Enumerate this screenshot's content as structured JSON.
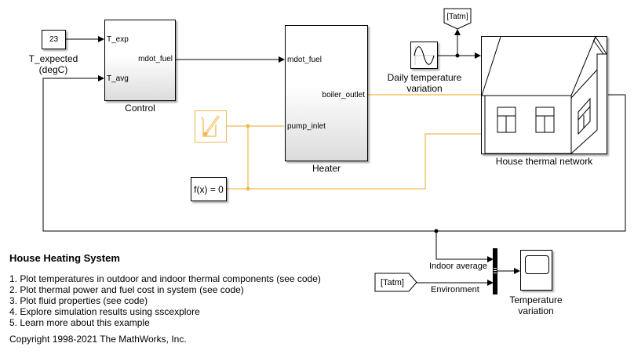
{
  "diagram": {
    "title": "House Heating System",
    "colors": {
      "signal_line": "#000000",
      "physical_line": "#f0b94f",
      "block_border": "#000000"
    },
    "blocks": {
      "constant": {
        "value": "23",
        "label_line1": "T_expected",
        "label_line2": "(degC)"
      },
      "control": {
        "label": "Control",
        "inputs": [
          "T_exp",
          "T_avg"
        ],
        "outputs": [
          "mdot_fuel"
        ]
      },
      "heater": {
        "label": "Heater",
        "inputs": [
          "mdot_fuel",
          "pump_inlet"
        ],
        "outputs": [
          "boiler_outlet"
        ]
      },
      "fluid_properties": {
        "icon": "thermometer-beaker-icon"
      },
      "solver_config": {
        "text": "f(x) = 0"
      },
      "sine_wave": {
        "icon": "sine-wave-icon",
        "label_line1": "Daily temperature",
        "label_line2": "variation"
      },
      "goto_tag": {
        "text": "[Tatm]"
      },
      "house": {
        "label": "House thermal network",
        "icon": "house-icon"
      },
      "from_tag": {
        "text": "[Tatm]"
      },
      "mux": {
        "icon": "mux-bar-icon"
      },
      "scope": {
        "icon": "scope-icon",
        "label_line1": "Temperature",
        "label_line2": "variation"
      }
    },
    "signal_labels": {
      "indoor": "Indoor average",
      "environment": "Environment"
    }
  },
  "notes": {
    "title": "House Heating System",
    "items": [
      "1. Plot temperatures in outdoor and indoor thermal components (see code)",
      "2. Plot thermal power and fuel cost in system (see code)",
      "3. Plot fluid properties (see code)",
      "4. Explore simulation results using sscexplore",
      "5. Learn more about this example"
    ],
    "copyright": "Copyright 1998-2021 The MathWorks, Inc."
  }
}
